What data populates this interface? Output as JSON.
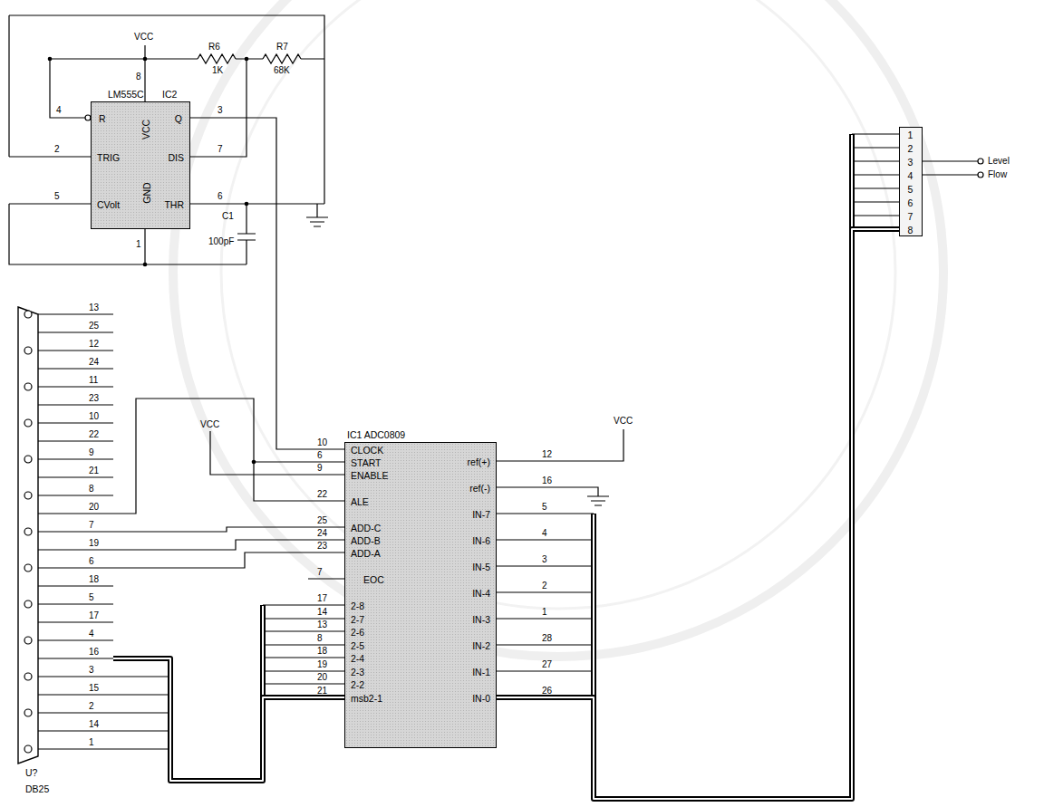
{
  "diagram": {
    "nodes": [
      {
        "text": [
          "LM555C",
          "IC2",
          "R",
          "TRIG",
          "CVolt",
          "VCC",
          "GND",
          "Q",
          "DIS",
          "THR"
        ]
      },
      {
        "text": [
          "1",
          "2",
          "3",
          "4",
          "5",
          "6",
          "7",
          "8"
        ]
      },
      {
        "text": [
          "U?",
          "DB25"
        ]
      },
      {
        "text": [
          "IC1 ADC0809",
          "CLOCK",
          "START",
          "ENABLE",
          "ALE",
          "ADD-C",
          "ADD-B",
          "ADD-A",
          "EOC",
          "2-8",
          "2-7",
          "2-6",
          "2-5",
          "2-4",
          "2-3",
          "2-2",
          "msb2-1",
          "ref(+)",
          "ref(-)",
          "IN-7",
          "IN-6",
          "IN-5",
          "IN-4",
          "IN-3",
          "IN-2",
          "IN-1",
          "IN-0"
        ]
      }
    ],
    "edges": [
      {
        "from": 0,
        "to": 3,
        "arrow": "none"
      },
      {
        "from": 2,
        "to": 3,
        "arrow": "none"
      },
      {
        "from": 2,
        "to": 3,
        "arrow": "none"
      },
      {
        "from": 2,
        "to": 3,
        "arrow": "none"
      },
      {
        "from": 2,
        "to": 3,
        "arrow": "none"
      },
      {
        "from": 2,
        "to": 3,
        "arrow": "none"
      },
      {
        "from": 3,
        "to": 1,
        "arrow": "none"
      }
    ],
    "labels": [
      "VCC",
      "8",
      "R6",
      "1K",
      "R7",
      "68K",
      "4",
      "3",
      "2",
      "7",
      "5",
      "6",
      "1",
      "C1",
      "100pF",
      "VCC",
      "VCC",
      "10",
      "6",
      "9",
      "22",
      "25",
      "24",
      "23",
      "7",
      "17",
      "14",
      "13",
      "8",
      "18",
      "19",
      "20",
      "21",
      "12",
      "16",
      "5",
      "4",
      "3",
      "2",
      "1",
      "28",
      "27",
      "26",
      "13",
      "25",
      "12",
      "24",
      "11",
      "23",
      "10",
      "22",
      "9",
      "21",
      "8",
      "20",
      "7",
      "19",
      "6",
      "18",
      "5",
      "17",
      "4",
      "16",
      "3",
      "15",
      "2",
      "14",
      "1",
      "Level",
      "Flow"
    ]
  }
}
